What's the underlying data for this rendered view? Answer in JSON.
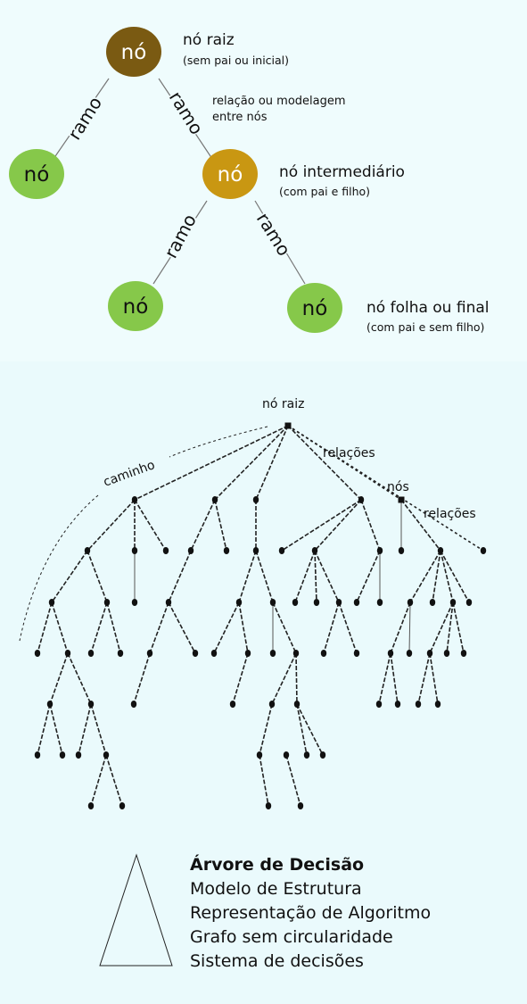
{
  "top_diagram": {
    "node_text": "nó",
    "branch_text": "ramo",
    "root_label": "nó raiz",
    "root_sub": "(sem pai ou inicial)",
    "relation_line1": "relação ou modelagem",
    "relation_line2": "entre nós",
    "intermediate_label": "nó intermediário",
    "intermediate_sub": "(com pai e filho)",
    "leaf_label": "nó folha ou final",
    "leaf_sub": "(com pai e sem filho)",
    "colors": {
      "root": "#7a5a12",
      "intermediate": "#c99712",
      "leaf": "#86c84a",
      "node_text": "#ffffff"
    }
  },
  "bottom_diagram": {
    "root_label": "nó raiz",
    "path_label": "caminho",
    "relations_label_1": "relações",
    "nodes_label": "nós",
    "relations_label_2": "relações"
  },
  "legend": {
    "title": "Árvore de Decisão",
    "lines": [
      "Modelo de Estrutura",
      "Representação de Algoritmo",
      "Grafo sem circularidade",
      "Sistema de decisões"
    ]
  }
}
